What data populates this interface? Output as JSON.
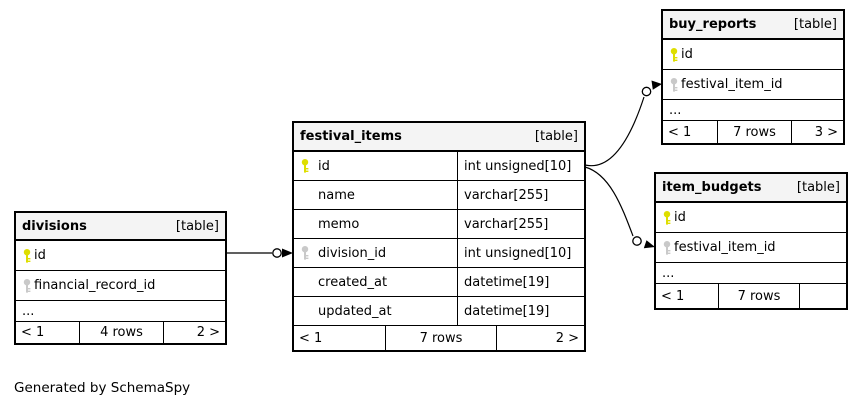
{
  "note": "Generated by SchemaSpy",
  "colors": {
    "primary_key_icon": "#dede00",
    "foreign_key_icon": "#c9c9c9",
    "header_bg": "#f4f4f4",
    "border": "#000000",
    "background": "#ffffff"
  },
  "tables": {
    "divisions": {
      "title": "divisions",
      "tag": "[table]",
      "columns": [
        {
          "name": "id",
          "key": "primary"
        },
        {
          "name": "financial_record_id",
          "key": "foreign"
        },
        {
          "name": "..."
        }
      ],
      "pager": {
        "prev": "< 1",
        "count": "4 rows",
        "next": "2 >"
      }
    },
    "festival_items": {
      "title": "festival_items",
      "tag": "[table]",
      "columns": [
        {
          "name": "id",
          "type": "int unsigned[10]",
          "key": "primary"
        },
        {
          "name": "name",
          "type": "varchar[255]"
        },
        {
          "name": "memo",
          "type": "varchar[255]"
        },
        {
          "name": "division_id",
          "type": "int unsigned[10]",
          "key": "foreign"
        },
        {
          "name": "created_at",
          "type": "datetime[19]"
        },
        {
          "name": "updated_at",
          "type": "datetime[19]"
        }
      ],
      "pager": {
        "prev": "< 1",
        "count": "7 rows",
        "next": "2 >"
      }
    },
    "buy_reports": {
      "title": "buy_reports",
      "tag": "[table]",
      "columns": [
        {
          "name": "id",
          "key": "primary"
        },
        {
          "name": "festival_item_id",
          "key": "foreign"
        },
        {
          "name": "..."
        }
      ],
      "pager": {
        "prev": "< 1",
        "count": "7 rows",
        "next": "3 >"
      }
    },
    "item_budgets": {
      "title": "item_budgets",
      "tag": "[table]",
      "columns": [
        {
          "name": "id",
          "key": "primary"
        },
        {
          "name": "festival_item_id",
          "key": "foreign"
        },
        {
          "name": "..."
        }
      ],
      "pager": {
        "prev": "< 1",
        "count": "7 rows",
        "next": ""
      }
    }
  },
  "relationships": [
    {
      "parent": "divisions.id",
      "child": "festival_items.division_id"
    },
    {
      "parent": "festival_items.id",
      "child": "buy_reports.festival_item_id"
    },
    {
      "parent": "festival_items.id",
      "child": "item_budgets.festival_item_id"
    }
  ]
}
